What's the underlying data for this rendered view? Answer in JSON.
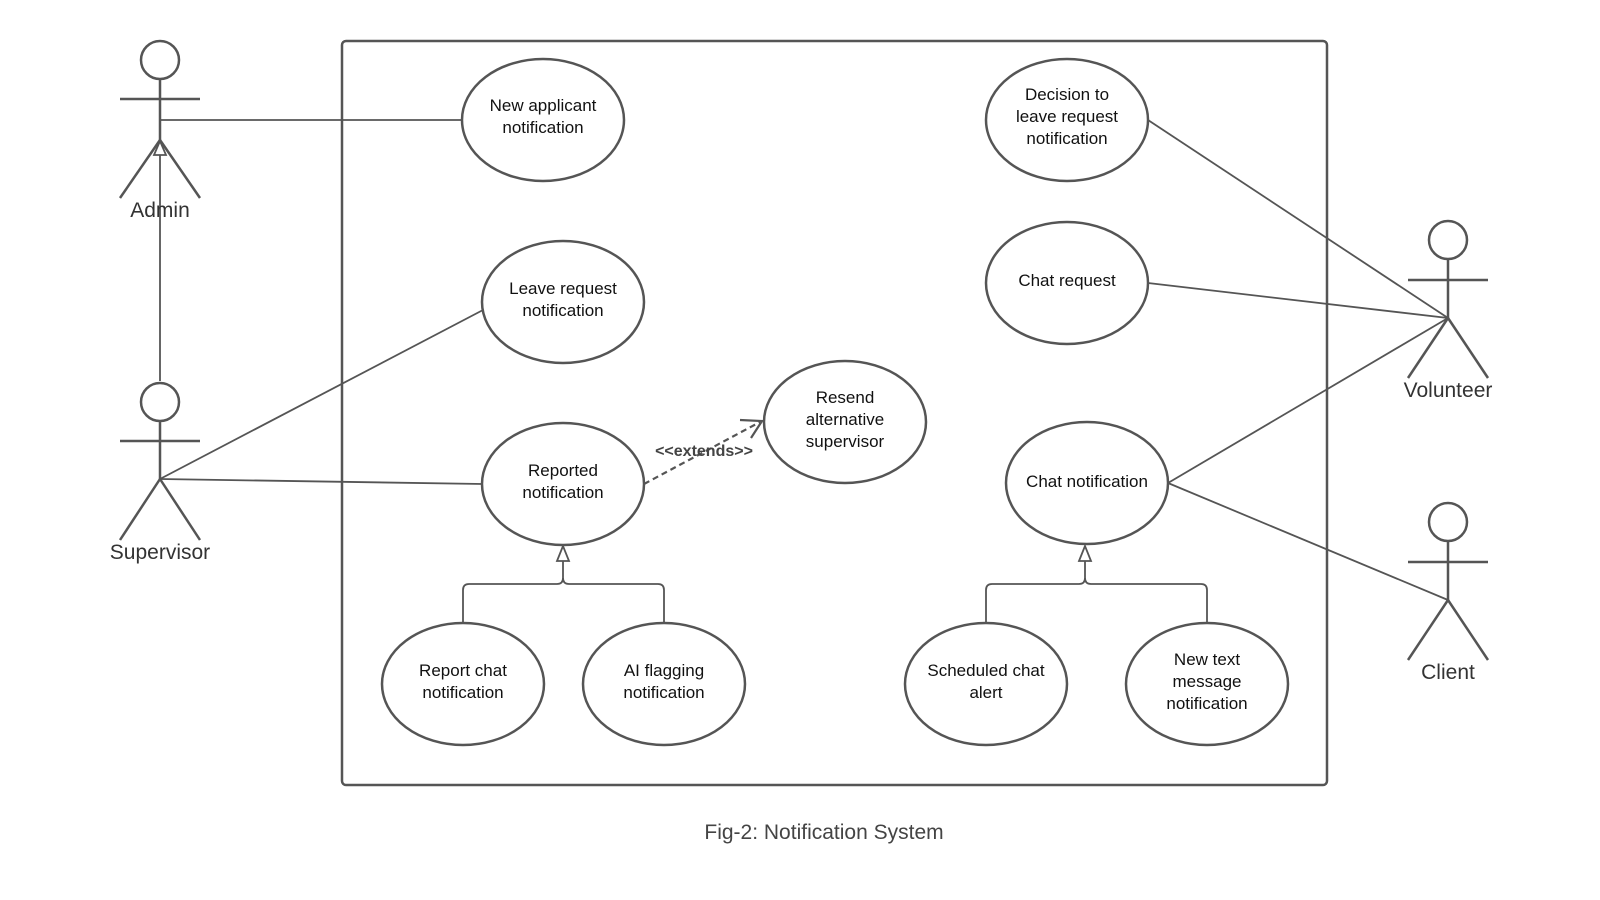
{
  "caption": "Fig-2: Notification System",
  "actors": {
    "admin": "Admin",
    "supervisor": "Supervisor",
    "volunteer": "Volunteer",
    "client": "Client"
  },
  "use_cases": {
    "new_applicant": [
      "New applicant",
      "notification"
    ],
    "leave_request": [
      "Leave request",
      "notification"
    ],
    "reported": [
      "Reported",
      "notification"
    ],
    "resend": [
      "Resend",
      "alternative",
      "supervisor"
    ],
    "report_chat": [
      "Report chat",
      "notification"
    ],
    "ai_flagging": [
      "AI flagging",
      "notification"
    ],
    "decision_leave": [
      "Decision to",
      "leave request",
      "notification"
    ],
    "chat_request": [
      "Chat request"
    ],
    "chat_notification": [
      "Chat notification"
    ],
    "scheduled_chat": [
      "Scheduled chat",
      "alert"
    ],
    "new_text": [
      "New text",
      "message",
      "notification"
    ]
  },
  "relationships": {
    "extends_label": "<<extends>>"
  }
}
